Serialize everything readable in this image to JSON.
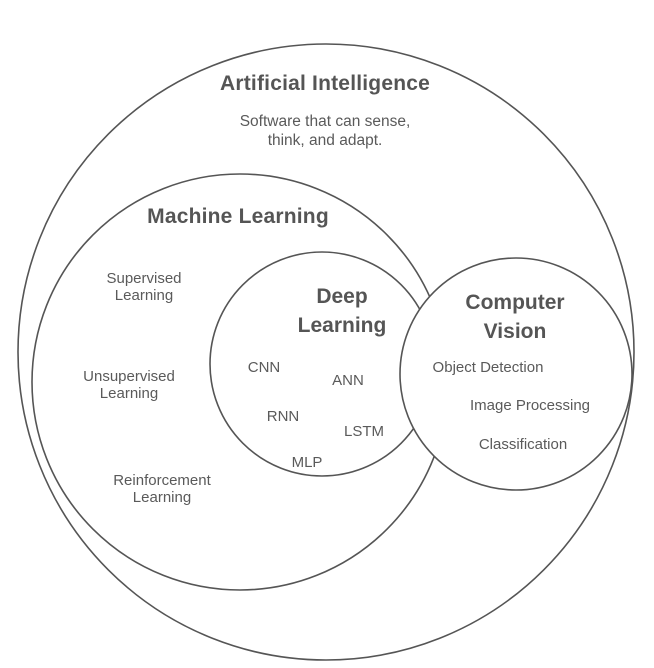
{
  "ai": {
    "title": "Artificial Intelligence",
    "description_line1": "Software that can sense,",
    "description_line2": "think, and adapt."
  },
  "ml": {
    "title": "Machine Learning",
    "items": [
      {
        "line1": "Supervised",
        "line2": "Learning"
      },
      {
        "line1": "Unsupervised",
        "line2": "Learning"
      },
      {
        "line1": "Reinforcement",
        "line2": "Learning"
      }
    ]
  },
  "dl": {
    "title_line1": "Deep",
    "title_line2": "Learning",
    "items": [
      "CNN",
      "ANN",
      "RNN",
      "LSTM",
      "MLP"
    ]
  },
  "cv": {
    "title_line1": "Computer",
    "title_line2": "Vision",
    "items": [
      "Object Detection",
      "Image Processing",
      "Classification"
    ]
  },
  "colors": {
    "stroke": "#555555",
    "text": "#555555",
    "background": "#ffffff"
  }
}
